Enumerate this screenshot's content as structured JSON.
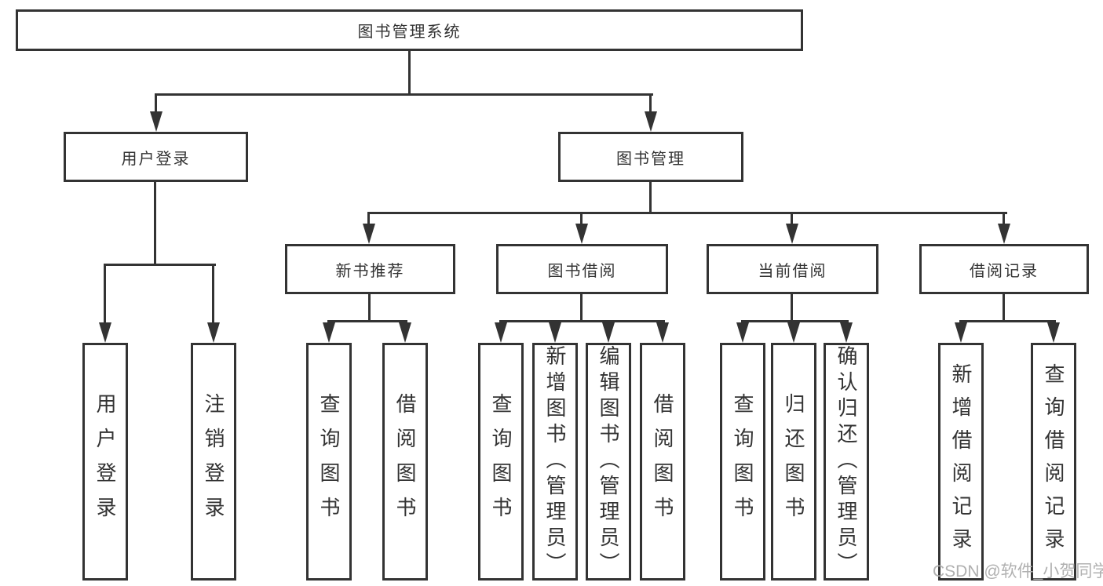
{
  "nodes": {
    "root": "图书管理系统",
    "level2": [
      "用户登录",
      "图书管理"
    ],
    "level3": [
      "新书推荐",
      "图书借阅",
      "当前借阅",
      "借阅记录"
    ],
    "leaves": {
      "user": [
        "用户登录",
        "注销登录"
      ],
      "recommend": [
        "查询图书",
        "借阅图书"
      ],
      "borrow": [
        "查询图书",
        "新增图书（管理员）",
        "编辑图书（管理员）",
        "借阅图书"
      ],
      "current": [
        "查询图书",
        "归还图书",
        "确认归还（管理员）"
      ],
      "records": [
        "新增借阅记录",
        "查询借阅记录"
      ]
    }
  },
  "watermark": "CSDN @软件_小贺同学",
  "colors": {
    "line": "#333333",
    "text": "#333333",
    "watermark": "#b0b0b0",
    "background": "#ffffff"
  }
}
